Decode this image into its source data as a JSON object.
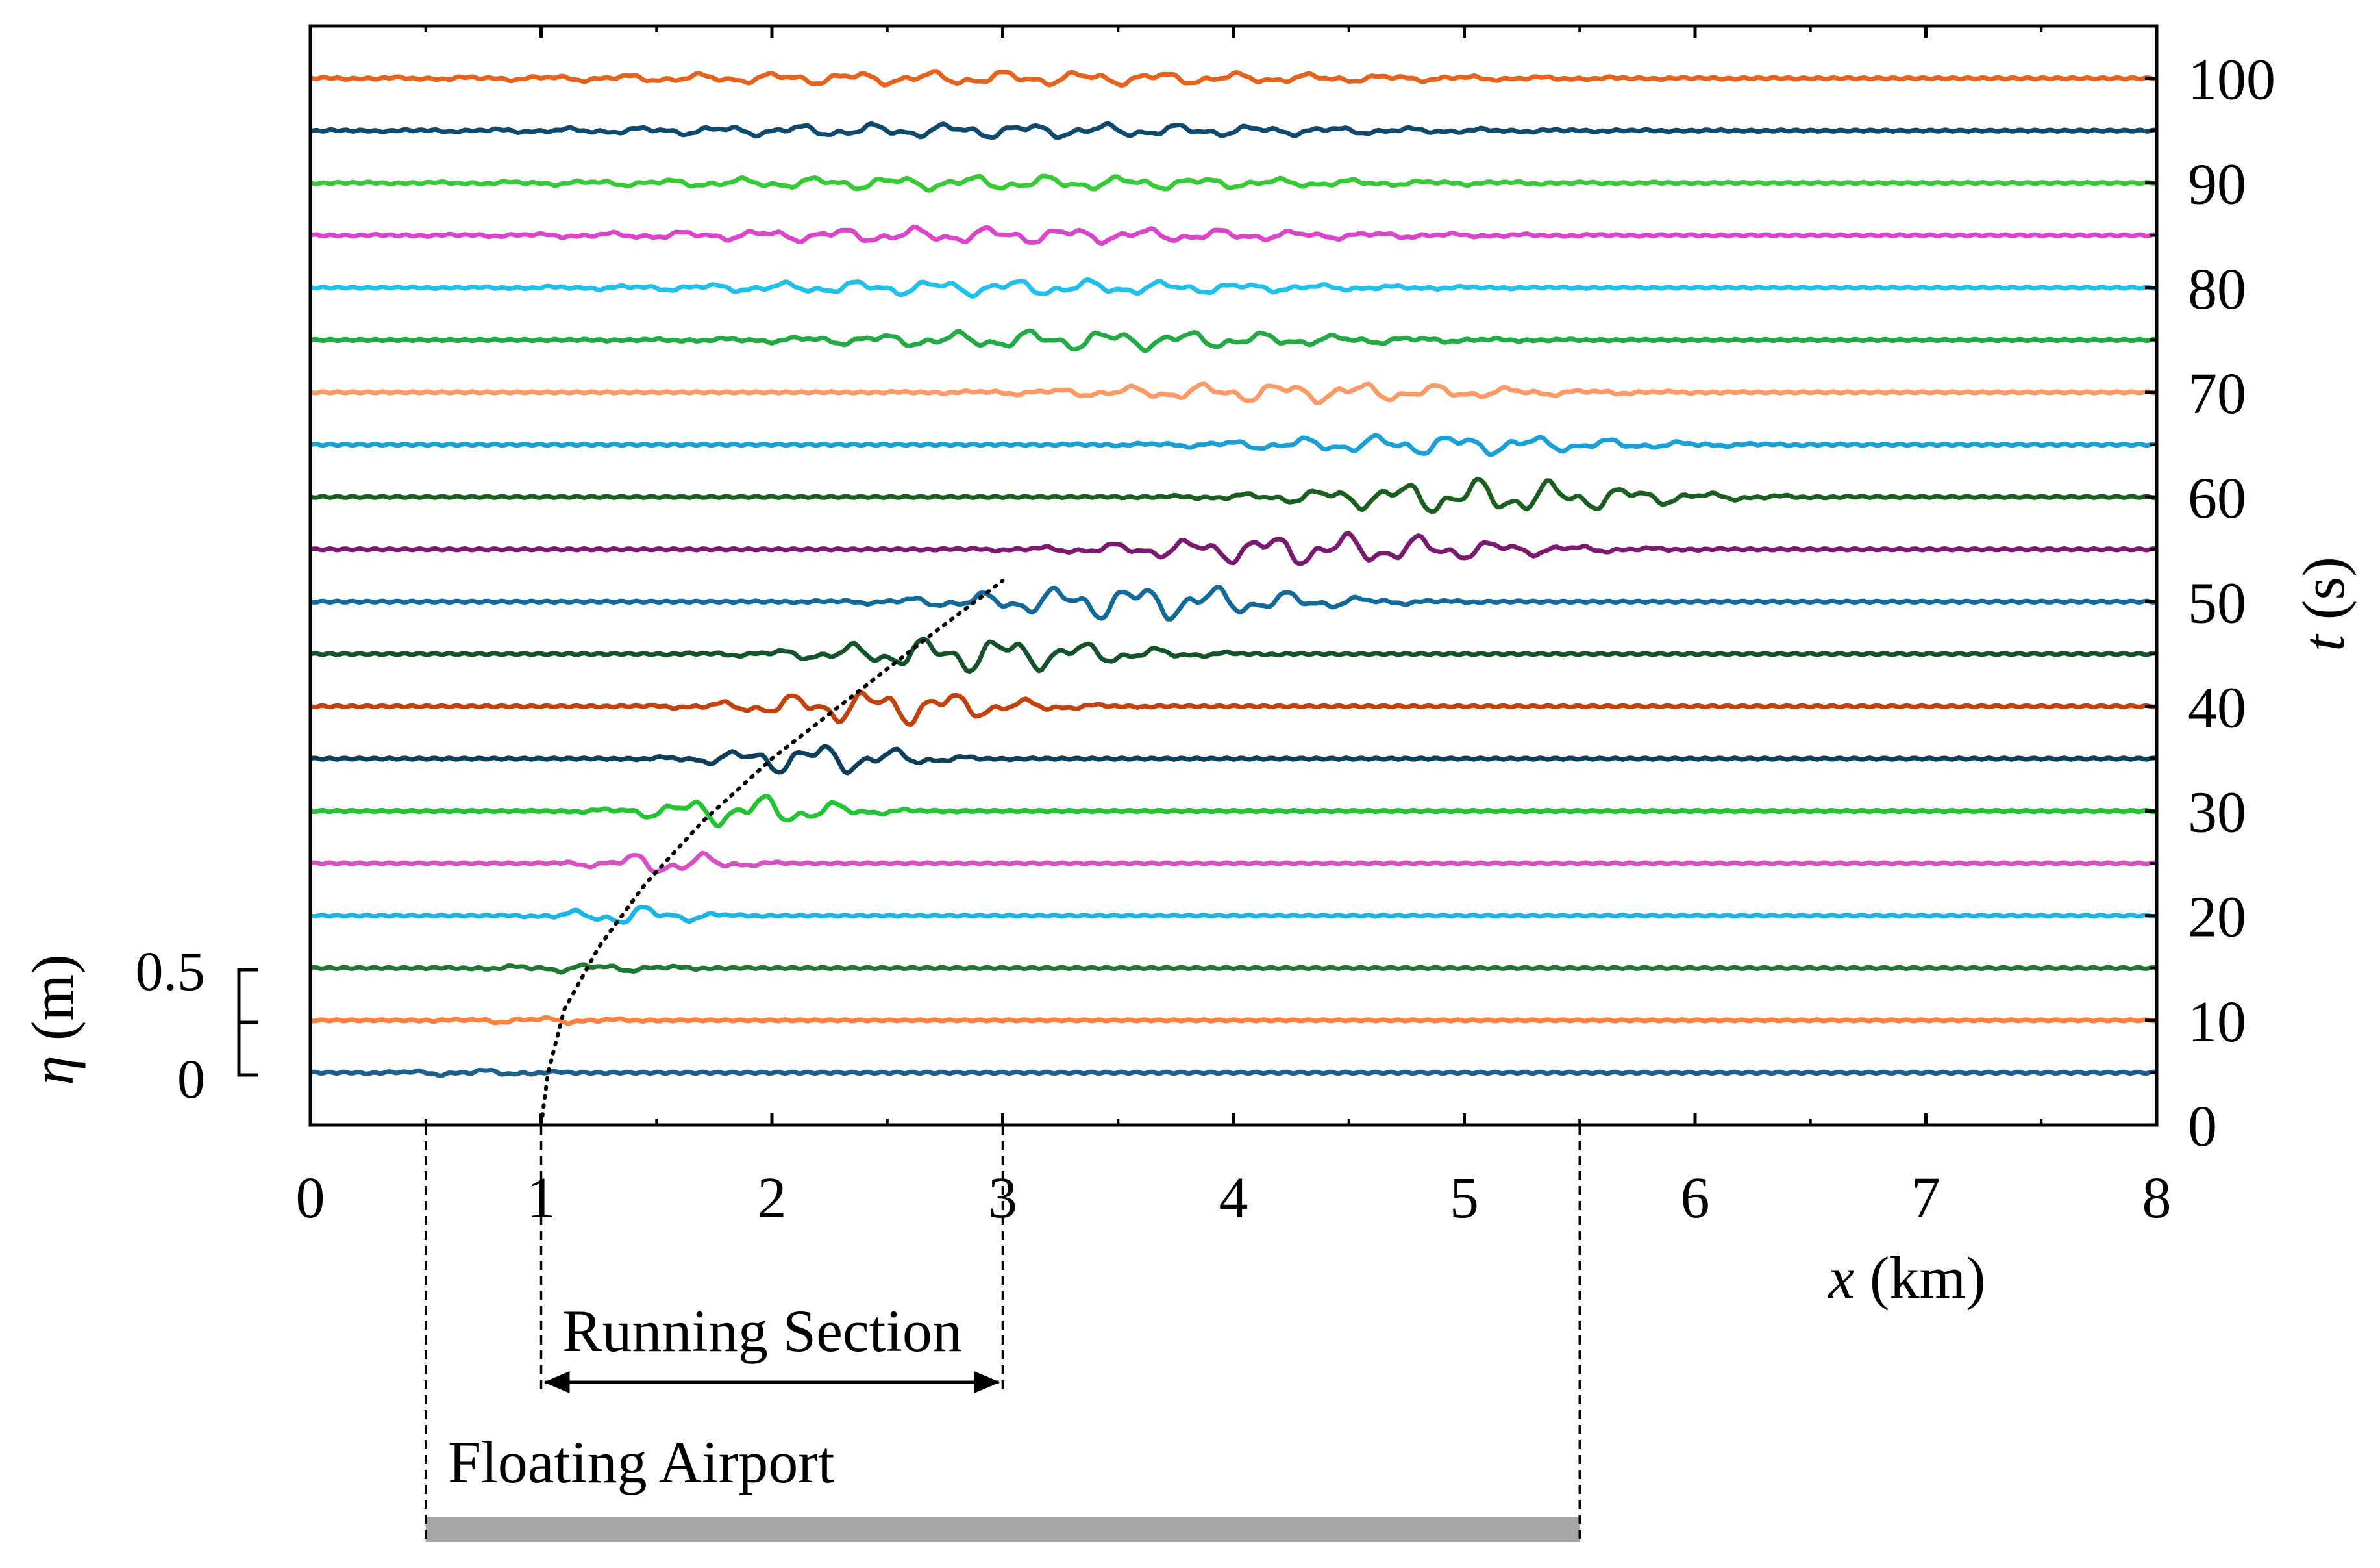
{
  "chart_data": {
    "type": "line",
    "title": "",
    "xlabel": {
      "symbol": "x",
      "unit": "(km)"
    },
    "tlabel": {
      "symbol": "t",
      "unit": "(s)"
    },
    "etalabel": {
      "symbol": "η",
      "unit": "(m)"
    },
    "xlim": [
      0,
      8
    ],
    "tlim": [
      0,
      105
    ],
    "x_ticks": [
      "0",
      "1",
      "2",
      "3",
      "4",
      "5",
      "6",
      "7",
      "8"
    ],
    "t_ticks": [
      "0",
      "10",
      "20",
      "30",
      "40",
      "50",
      "60",
      "70",
      "80",
      "90",
      "100"
    ],
    "t_tick_values": [
      0,
      10,
      20,
      30,
      40,
      50,
      60,
      70,
      80,
      90,
      100
    ],
    "eta_scale": {
      "labels": [
        "0.5",
        "0"
      ],
      "values": [
        0.5,
        0
      ]
    },
    "series_times": [
      5,
      10,
      15,
      20,
      25,
      30,
      35,
      40,
      45,
      50,
      55,
      60,
      65,
      70,
      75,
      80,
      85,
      90,
      95,
      100
    ],
    "series_colors": [
      "#1f5f8b",
      "#ff8040",
      "#1b7a2f",
      "#17b5e8",
      "#d84fc3",
      "#22c433",
      "#0d3e5c",
      "#c2410c",
      "#14522a",
      "#136a98",
      "#7a1a6e",
      "#1a5e20",
      "#1aa0d6",
      "#ff9966",
      "#22aa44",
      "#1ec0ee",
      "#dd44cc",
      "#33cc33",
      "#0e4a6e",
      "#e8621b"
    ],
    "disturbance": [
      {
        "t": 5,
        "center": 0.7,
        "width": 0.35,
        "amp": 0.015
      },
      {
        "t": 10,
        "center": 1.0,
        "width": 0.35,
        "amp": 0.015
      },
      {
        "t": 15,
        "center": 1.2,
        "width": 0.4,
        "amp": 0.02
      },
      {
        "t": 20,
        "center": 1.4,
        "width": 0.3,
        "amp": 0.05
      },
      {
        "t": 25,
        "center": 1.55,
        "width": 0.3,
        "amp": 0.06
      },
      {
        "t": 30,
        "center": 1.9,
        "width": 0.45,
        "amp": 0.08
      },
      {
        "t": 35,
        "center": 2.2,
        "width": 0.45,
        "amp": 0.08
      },
      {
        "t": 40,
        "center": 2.5,
        "width": 0.6,
        "amp": 0.09
      },
      {
        "t": 45,
        "center": 2.9,
        "width": 0.7,
        "amp": 0.09
      },
      {
        "t": 50,
        "center": 3.6,
        "width": 0.8,
        "amp": 0.09
      },
      {
        "t": 55,
        "center": 4.4,
        "width": 0.9,
        "amp": 0.08
      },
      {
        "t": 60,
        "center": 5.1,
        "width": 0.8,
        "amp": 0.09
      },
      {
        "t": 65,
        "center": 4.9,
        "width": 0.9,
        "amp": 0.05
      },
      {
        "t": 70,
        "center": 4.3,
        "width": 1.0,
        "amp": 0.05
      },
      {
        "t": 75,
        "center": 3.4,
        "width": 1.2,
        "amp": 0.05
      },
      {
        "t": 80,
        "center": 3.0,
        "width": 1.4,
        "amp": 0.04
      },
      {
        "t": 85,
        "center": 3.0,
        "width": 1.6,
        "amp": 0.04
      },
      {
        "t": 90,
        "center": 3.0,
        "width": 1.7,
        "amp": 0.035
      },
      {
        "t": 95,
        "center": 3.0,
        "width": 1.8,
        "amp": 0.035
      },
      {
        "t": 100,
        "center": 3.0,
        "width": 1.9,
        "amp": 0.035
      }
    ],
    "trajectory": {
      "x": [
        1.0,
        1.03,
        1.1,
        1.25,
        1.45,
        1.7,
        2.0,
        2.35,
        2.7,
        3.0
      ],
      "t": [
        0,
        5,
        11,
        17,
        23,
        29,
        35,
        41,
        47,
        52
      ]
    },
    "running_section": {
      "label": "Running Section",
      "x_range": [
        1,
        3
      ]
    },
    "floating_airport": {
      "label": "Floating Airport",
      "x_range": [
        0.5,
        5.5
      ]
    },
    "grid": false,
    "legend": "none"
  }
}
